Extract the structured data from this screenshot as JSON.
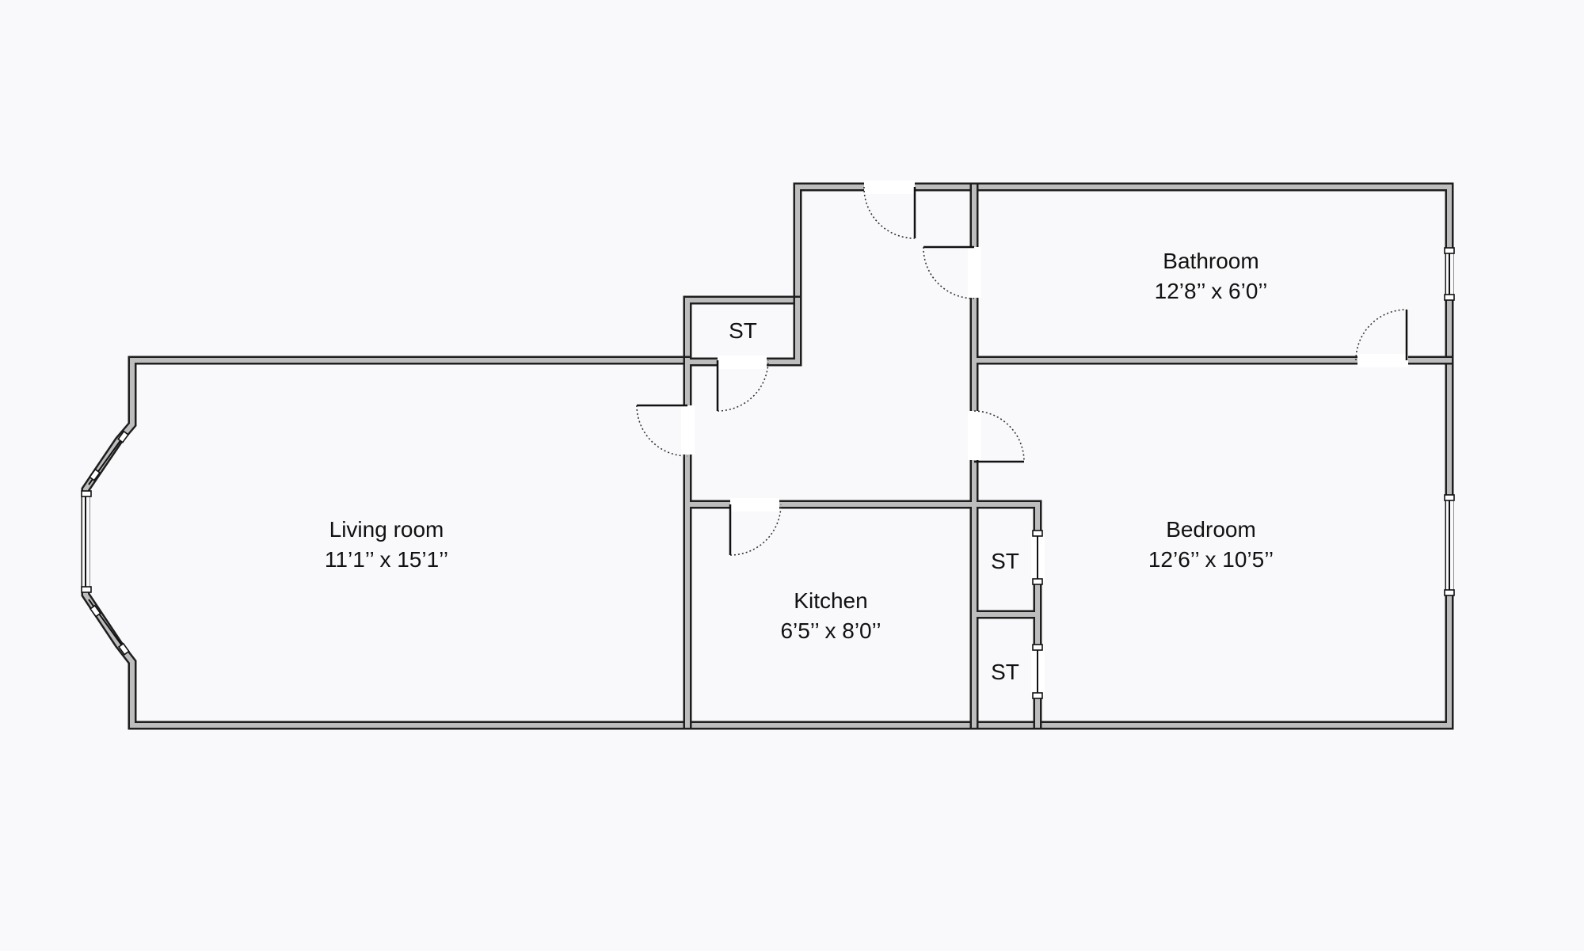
{
  "rooms": {
    "living": {
      "name": "Living room",
      "size": "11’1’’ x 15’1’’"
    },
    "kitchen": {
      "name": "Kitchen",
      "size": "6’5’’ x 8’0’’"
    },
    "bathroom": {
      "name": "Bathroom",
      "size": "12’8’’ x 6’0’’"
    },
    "bedroom": {
      "name": "Bedroom",
      "size": "12’6’’ x 10’5’’"
    },
    "storage_top": {
      "name": "ST"
    },
    "storage_mid": {
      "name": "ST"
    },
    "storage_low": {
      "name": "ST"
    }
  }
}
